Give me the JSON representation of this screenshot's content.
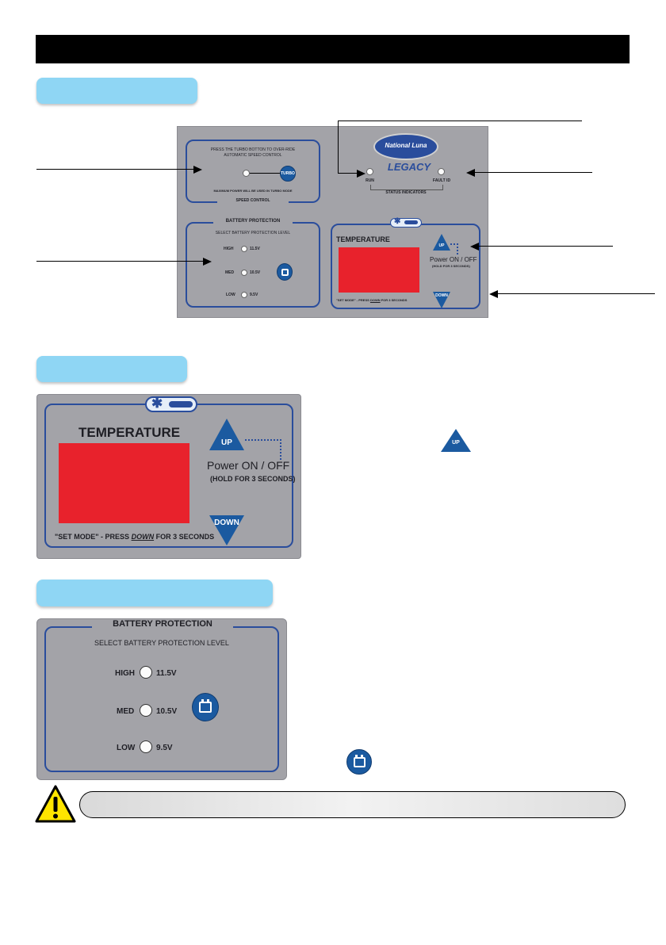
{
  "colors": {
    "accent_blue": "#1b5aa0",
    "pill_blue": "#8fd6f4",
    "display_red": "#e8222c",
    "panel_grey": "#a3a3a8",
    "warning_yellow": "#ffe500"
  },
  "icons": [
    "arrow-icon",
    "snowflake-icon",
    "battery-icon",
    "warning-icon",
    "up-button-icon"
  ],
  "speed": {
    "instr": "PRESS THE TURBO BOTTON TO OVER-RIDE",
    "instr2": "AUTOMATIC SPEED CONTROL",
    "turbo": "TURBO",
    "note": "MAXIMUM POWER WILL BE USED IN TURBO MODE",
    "legend": "SPEED CONTROL"
  },
  "brand": {
    "logo": "National Luna",
    "model": "LEGACY"
  },
  "status": {
    "run": "RUN",
    "fault": "FAULT ID",
    "legend": "STATUS INDICATORS"
  },
  "battery": {
    "title": "BATTERY PROTECTION",
    "sub": "SELECT BATTERY PROTECTION LEVEL",
    "levels": [
      {
        "label": "HIGH",
        "volt": "11.5V"
      },
      {
        "label": "MED",
        "volt": "10.5V"
      },
      {
        "label": "LOW",
        "volt": "9.5V"
      }
    ]
  },
  "temp": {
    "title": "TEMPERATURE",
    "up": "UP",
    "down": "DOWN",
    "power": "Power ON / OFF",
    "hold": "(HOLD FOR 3 SECONDS)",
    "set1": "\"SET MODE\" - PRESS",
    "set2": "DOWN",
    "set3": "FOR 3 SECONDS"
  }
}
